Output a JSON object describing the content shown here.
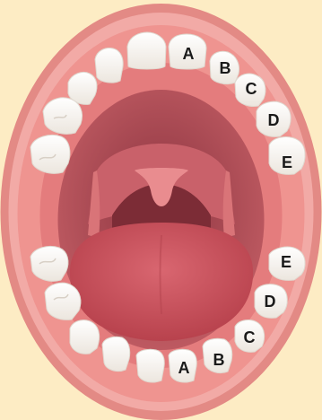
{
  "colors": {
    "background": "#fdecc4",
    "lips": "#e38a85",
    "lip_highlight": "#f2aaa6",
    "gums": "#f08e8e",
    "cavity": "#a8484f",
    "throat": "#7c2c36",
    "palate": "#d86f75",
    "tongue": "#c8545c",
    "tooth": "#ffffff",
    "tooth_shadow": "#e3ddd5",
    "label_text": "#1a1a1a"
  },
  "upper_teeth_labels": [
    "A",
    "B",
    "C",
    "D",
    "E"
  ],
  "lower_teeth_labels": [
    "E",
    "D",
    "C",
    "B",
    "A"
  ]
}
